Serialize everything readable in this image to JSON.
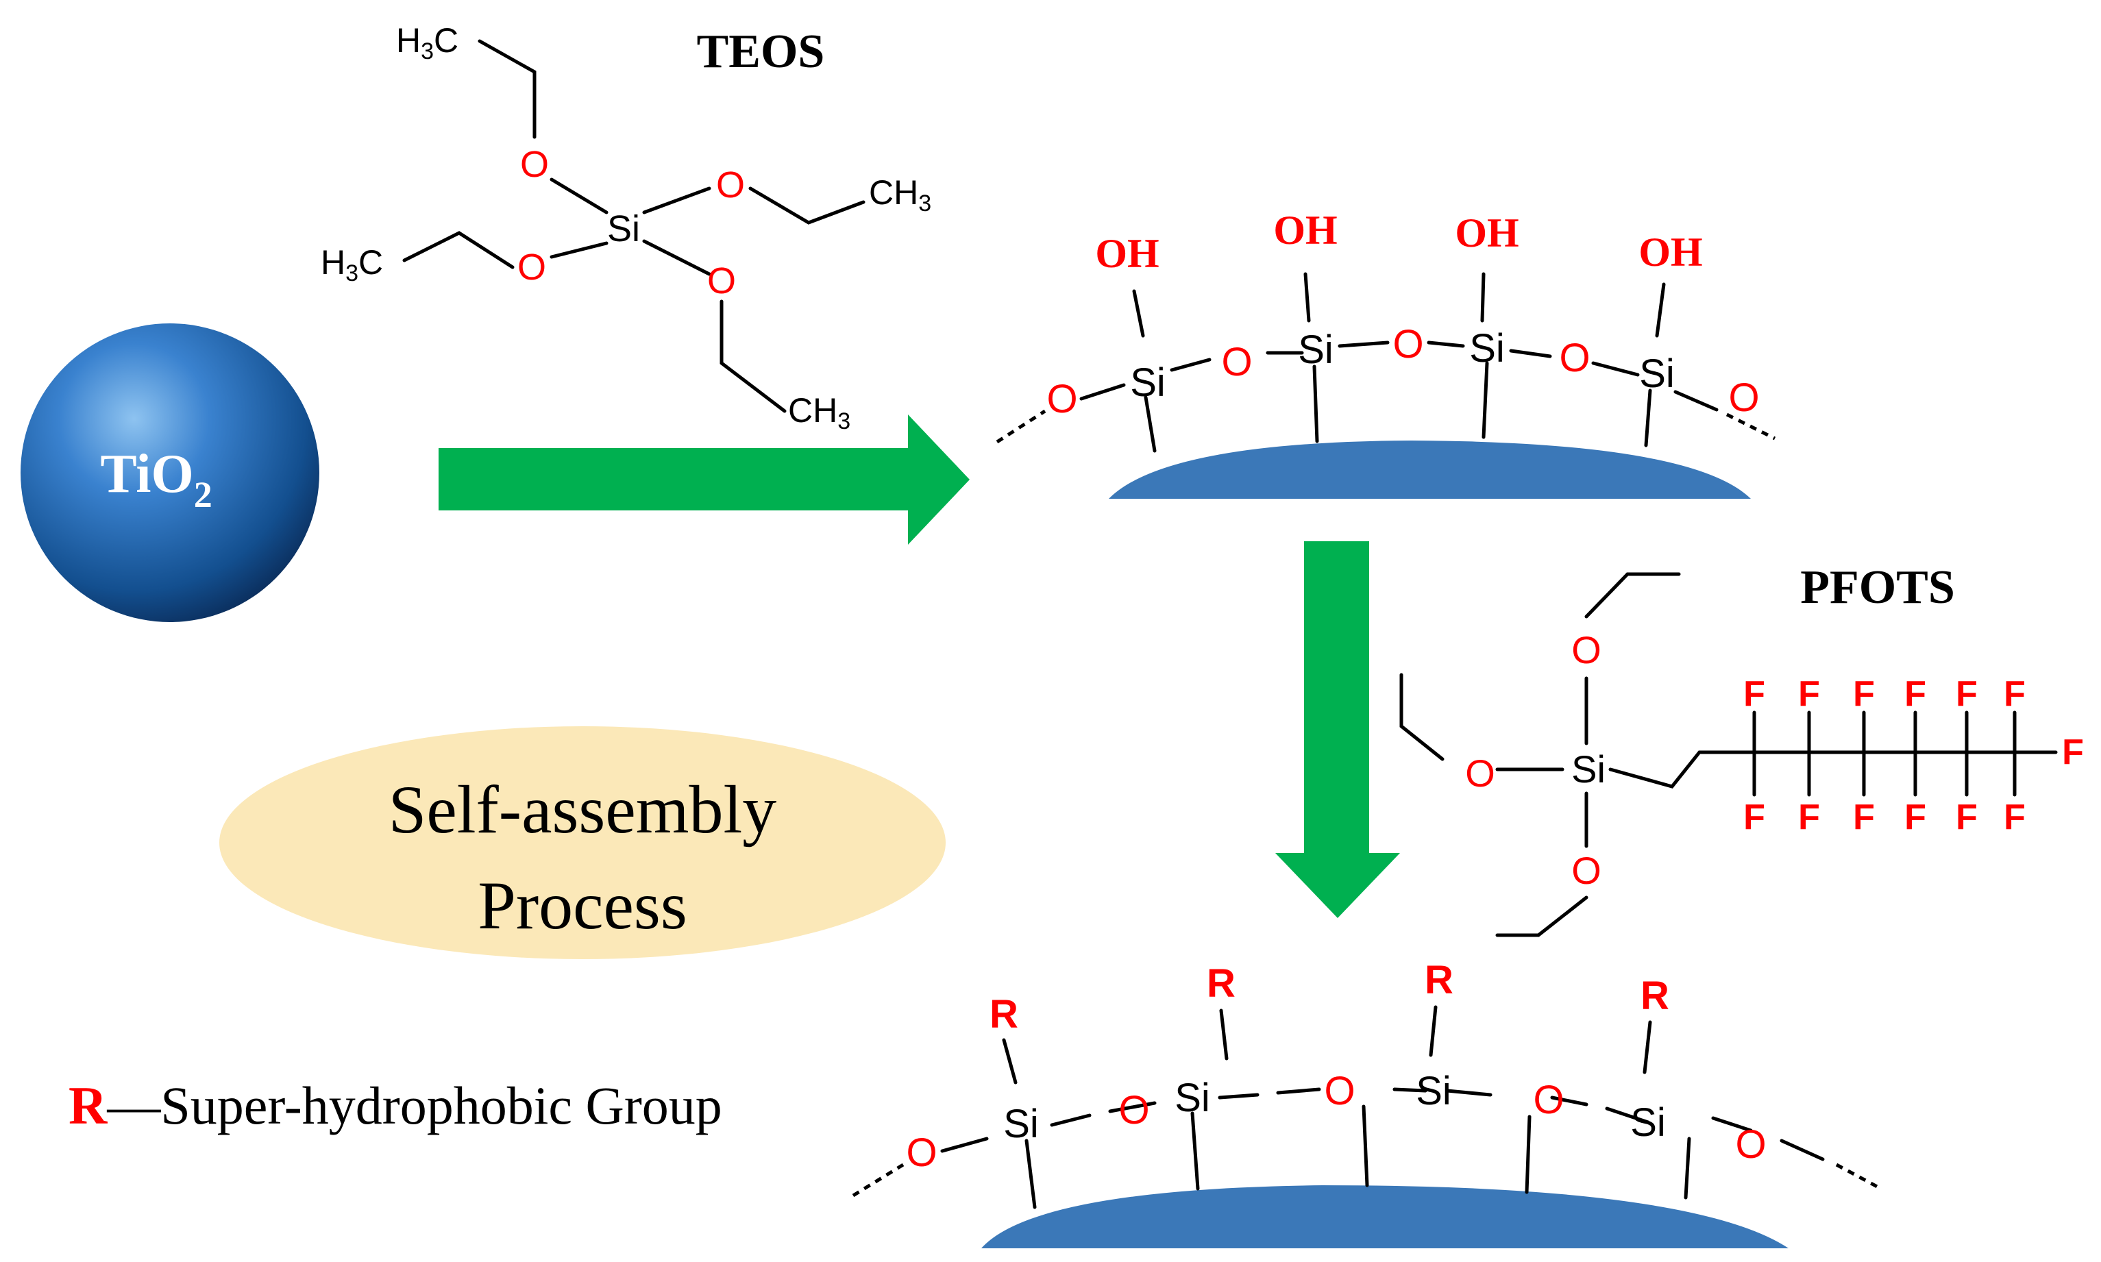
{
  "labels": {
    "teos": "TEOS",
    "pfots": "PFOTS",
    "tio2_main": "TiO",
    "tio2_sub": "2",
    "self_assembly_line1": "Self-assembly",
    "self_assembly_line2": "Process",
    "legend_r": "R",
    "legend_text": "—Super-hydrophobic Group"
  },
  "atoms": {
    "si": "Si",
    "o": "O",
    "oh": "OH",
    "r": "R",
    "f": "F",
    "h3c_h": "H",
    "h3c_sub": "3",
    "h3c_c": "C",
    "ch3_ch": "CH",
    "ch3_sub": "3"
  },
  "colors": {
    "arrow": "#00b050",
    "surface": "#3b78b8",
    "sphere": "#1f5fa6",
    "ellipse": "#fbe8b8",
    "heteroatom": "#ff0000",
    "bond": "#000000"
  }
}
